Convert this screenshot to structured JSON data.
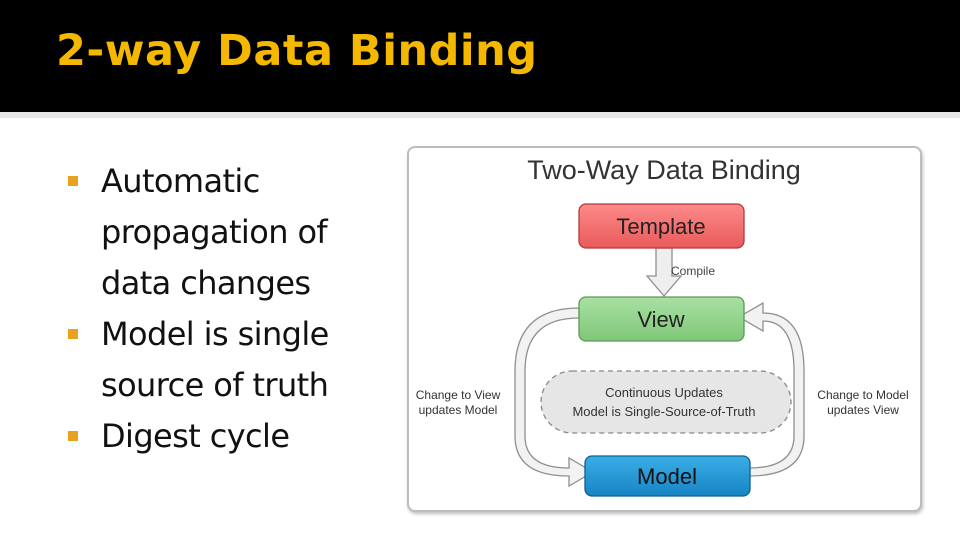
{
  "slide": {
    "title": "2-way Data Binding",
    "bullets": [
      {
        "line1": "Automatic",
        "line2": "propagation of",
        "line3": "data changes"
      },
      {
        "line1": "Model is single",
        "line2": "source of truth"
      },
      {
        "line1": "Digest cycle"
      }
    ]
  },
  "diagram": {
    "title": "Two-Way Data Binding",
    "template_label": "Template",
    "compile_label": "Compile",
    "view_label": "View",
    "model_label": "Model",
    "center_line1": "Continuous Updates",
    "center_line2": "Model is Single-Source-of-Truth",
    "left_line1": "Change to View",
    "left_line2": "updates Model",
    "right_line1": "Change to Model",
    "right_line2": "updates View"
  },
  "colors": {
    "title": "#f5b800",
    "bullet_marker": "#e8a21d",
    "template_box": "#f26d6d",
    "view_box": "#8fd18a",
    "model_box": "#1f95d4",
    "center_box": "#e6e6e6"
  },
  "icons": [
    "smiley-face-icon"
  ]
}
